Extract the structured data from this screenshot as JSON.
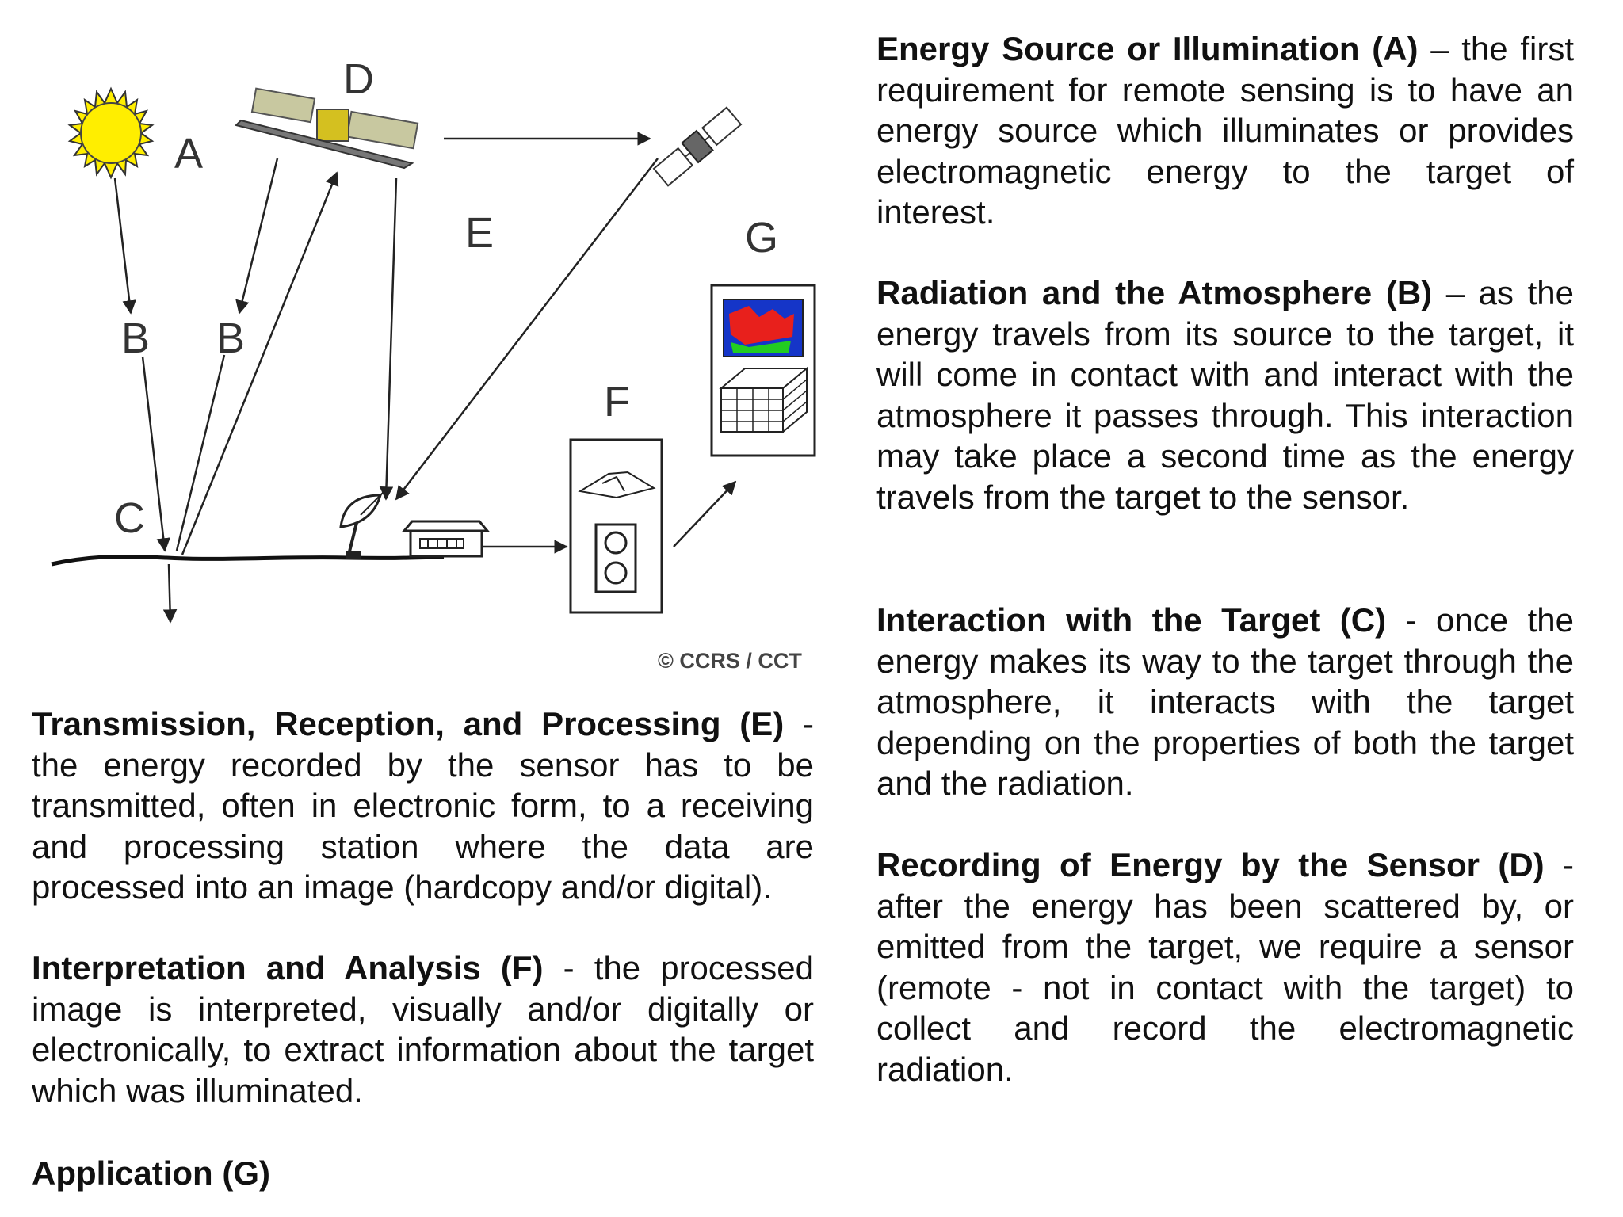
{
  "diagram": {
    "labels": {
      "a": "A",
      "b1": "B",
      "b2": "B",
      "c": "C",
      "d": "D",
      "e": "E",
      "f": "F",
      "g": "G"
    },
    "copyright": "© CCRS / CCT"
  },
  "sections": {
    "a": {
      "title": "Energy Source or Illumination (A)",
      "body": " – the first requirement for remote sensing is to have an energy source which illuminates or provides electromagnetic energy to the target of interest."
    },
    "b": {
      "title": "Radiation and the Atmosphere (B)",
      "body": " – as the energy travels from its source to the target, it will come in contact with and interact with the atmosphere it passes through. This interaction may take place a second time as the energy travels from the target to the sensor."
    },
    "c": {
      "title": "Interaction with the Target (C)",
      "body": " - once the energy makes its way to the target through the atmosphere, it interacts with the target depending on the properties of both the target and the radiation."
    },
    "d": {
      "title": "Recording of Energy by the Sensor (D)",
      "body": " - after the energy has been scattered by, or emitted from the target, we require a sensor (remote - not in contact with the target) to collect and record the electromagnetic radiation."
    },
    "e": {
      "title": "Transmission, Reception, and Processing (E)",
      "body": " - the energy recorded by the sensor has to be transmitted, often in electronic form, to a receiving and processing station where the data are processed into an image (hardcopy and/or digital)."
    },
    "f": {
      "title": "Interpretation and Analysis (F)",
      "body": " - the processed image is interpreted, visually and/or digitally or electronically, to extract information about the target which was illuminated."
    },
    "g": {
      "title": "Application (G)",
      "body": ""
    }
  }
}
